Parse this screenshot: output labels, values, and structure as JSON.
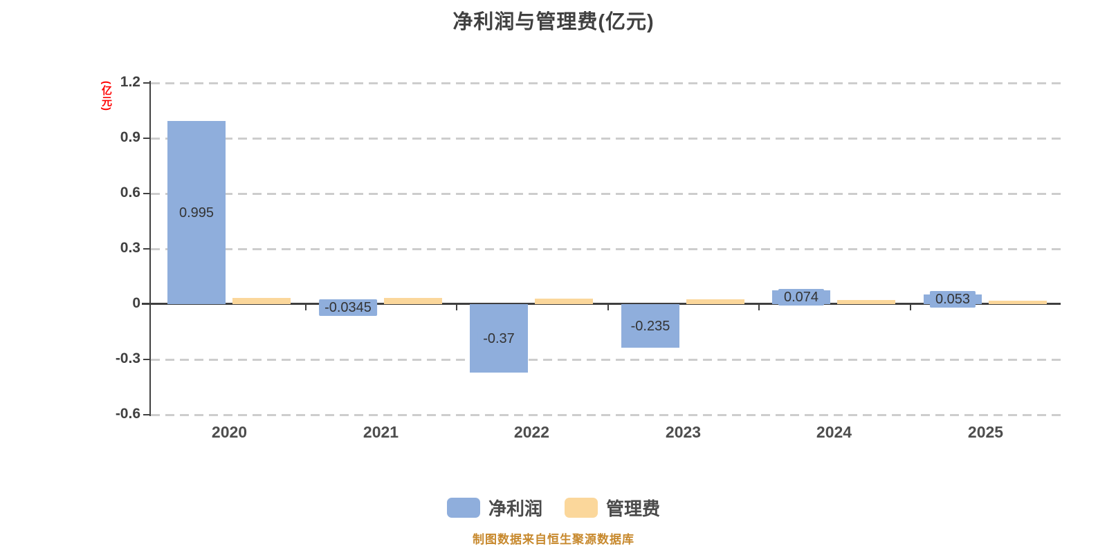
{
  "title": "净利润与管理费(亿元)",
  "y_axis": {
    "unit_label": "(亿元)",
    "unit_label_color": "#ff0000",
    "tick_labels": [
      "1.2",
      "0.9",
      "0.6",
      "0.3",
      "0",
      "-0.3",
      "-0.6"
    ],
    "tick_values": [
      1.2,
      0.9,
      0.6,
      0.3,
      0,
      -0.3,
      -0.6
    ]
  },
  "legend": {
    "items": [
      {
        "label": "净利润",
        "color": "#8FAEDC"
      },
      {
        "label": "管理费",
        "color": "#FBD79B"
      }
    ]
  },
  "footer": "制图数据来自恒生聚源数据库",
  "colors": {
    "axis": "#404040",
    "gridline": "#cdcdcd",
    "bar_blue": "#8FAEDC",
    "bar_yellow": "#FBD79B",
    "value_text": "#333333",
    "footer_text": "#c7882c"
  },
  "chart_data": {
    "type": "bar",
    "title": "净利润与管理费(亿元)",
    "ylabel": "(亿元)",
    "categories": [
      "2020",
      "2021",
      "2022",
      "2023",
      "2024",
      "2025"
    ],
    "series": [
      {
        "name": "净利润",
        "color": "#8FAEDC",
        "values": [
          0.995,
          -0.0345,
          -0.37,
          -0.235,
          0.074,
          0.053
        ],
        "labels": [
          "0.995",
          "-0.0345",
          "-0.37",
          "-0.235",
          "0.074",
          "0.053"
        ]
      },
      {
        "name": "管理费",
        "color": "#FBD79B",
        "values": [
          0.034,
          0.034,
          0.03,
          0.026,
          0.022,
          0.019
        ],
        "labels": [
          "",
          "",
          "",
          "",
          "",
          ""
        ]
      }
    ],
    "ylim": [
      -0.6,
      1.2
    ],
    "grid": "horizontal-dashed",
    "legend_position": "bottom"
  }
}
